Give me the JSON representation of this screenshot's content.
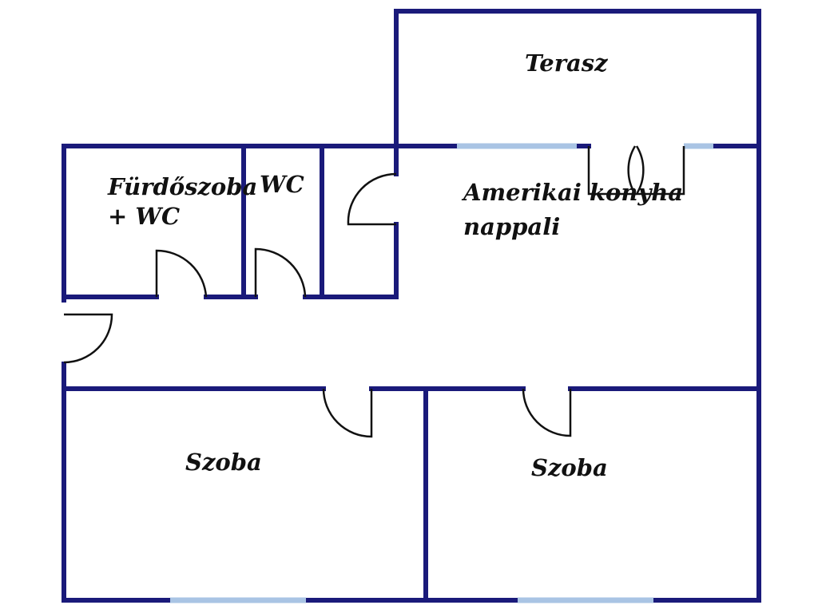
{
  "title": "",
  "colors": {
    "wall": "#1a1a7a",
    "window": "#a9c4e4",
    "door_arc": "#111111",
    "label": "#111111",
    "background": "#ffffff"
  },
  "rooms": {
    "terrace": "Terasz",
    "bathroom_line1": "Fürdőszoba",
    "bathroom_line2": "+ WC",
    "wc": "WC",
    "living_line1": "Amerikai konyha",
    "living_line2": "nappali",
    "room_left": "Szoba",
    "room_right": "Szoba"
  }
}
